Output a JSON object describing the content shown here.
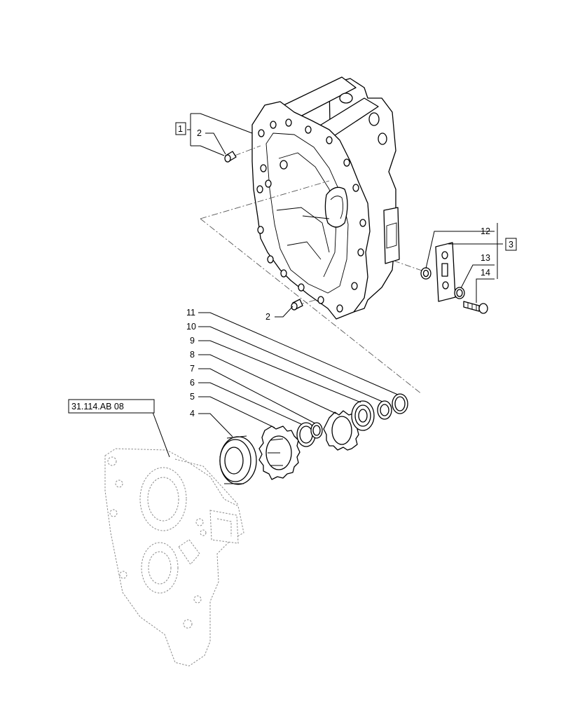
{
  "callouts": {
    "c1": "1",
    "c2a": "2",
    "c2b": "2",
    "c3": "3",
    "c4": "4",
    "c5": "5",
    "c6": "6",
    "c7": "7",
    "c8": "8",
    "c9": "9",
    "c10": "10",
    "c11": "11",
    "c12": "12",
    "c13": "13",
    "c14": "14"
  },
  "reference": {
    "label": "31.114.AB 08"
  }
}
